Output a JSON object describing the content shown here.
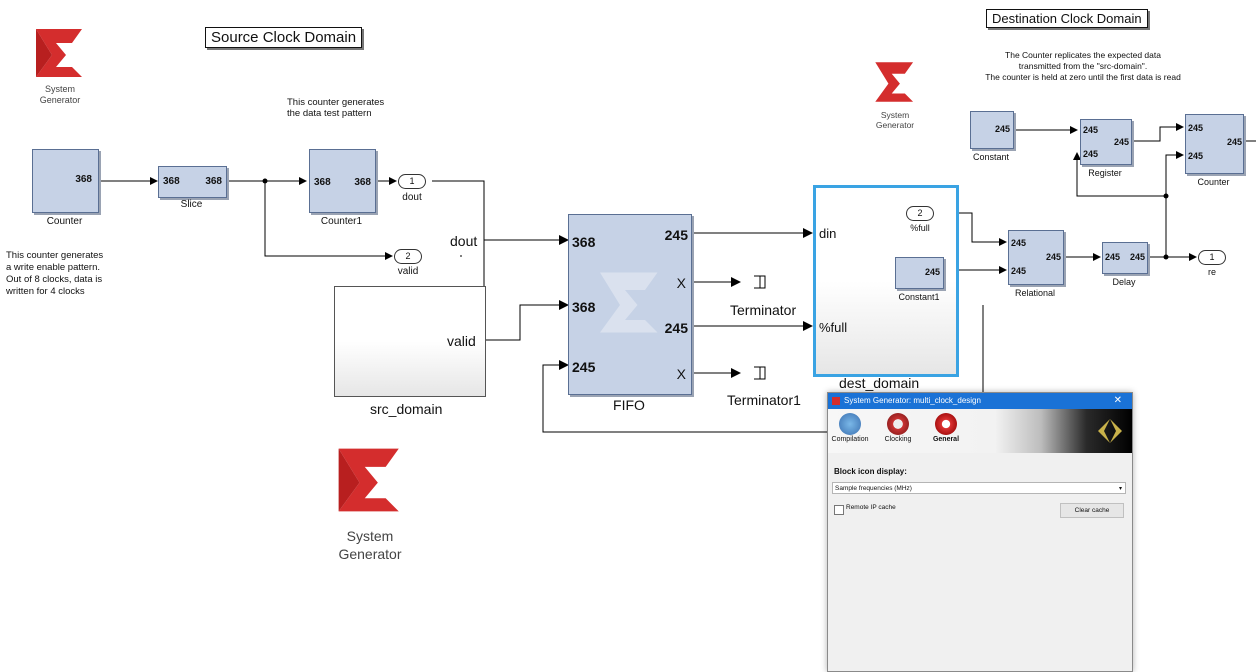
{
  "source_domain": {
    "title": "Source Clock Domain",
    "counter_note": "This counter generates\nthe data test pattern",
    "wen_note": "This counter generates\na write enable pattern.\nOut of 8 clocks, data is\nwritten for 4 clocks",
    "blocks": {
      "counter": {
        "label": "Counter",
        "port": "368"
      },
      "slice": {
        "label": "Slice",
        "in": "368",
        "out": "368"
      },
      "counter1": {
        "label": "Counter1",
        "in": "368",
        "out": "368"
      },
      "dout_port": {
        "num": "1",
        "label": "dout"
      },
      "valid_port": {
        "num": "2",
        "label": "valid"
      }
    },
    "subsystem": {
      "label": "src_domain",
      "out1": "dout",
      "out2": "valid"
    }
  },
  "fifo": {
    "label": "FIFO",
    "in_ports": [
      "368",
      "368",
      "245"
    ],
    "out_ports": [
      "245",
      "X",
      "245",
      "X"
    ]
  },
  "terminators": [
    "Terminator",
    "Terminator1"
  ],
  "dest_subsystem": {
    "label": "dest_domain",
    "in1": "din",
    "in2": "%full"
  },
  "destination_domain": {
    "title": "Destination Clock Domain",
    "note": "The Counter replicates the expected data\ntransmitted from the \"src-domain\".\nThe counter is held at zero until the first data is read",
    "blocks": {
      "constant": {
        "label": "Constant",
        "port": "245"
      },
      "register": {
        "label": "Register",
        "in1": "245",
        "in2": "245",
        "out": "245"
      },
      "counter": {
        "label": "Counter",
        "in1": "245",
        "in2": "245",
        "out": "245"
      },
      "full_port": {
        "num": "2",
        "label": "%full"
      },
      "constant1": {
        "label": "Constant1",
        "port": "245"
      },
      "relational": {
        "label": "Relational",
        "in1": "245",
        "in2": "245",
        "out": "245"
      },
      "delay": {
        "label": "Delay",
        "in": "245",
        "out": "245"
      },
      "re_port": {
        "num": "1",
        "label": "re"
      }
    }
  },
  "logo_text": "System\nGenerator",
  "dialog": {
    "title": "System Generator: multi_clock_design",
    "tabs": [
      "Compilation",
      "Clocking",
      "General"
    ],
    "section_label": "Block icon display:",
    "dropdown_value": "Sample frequencies (MHz)",
    "checkbox_label": "Remote IP cache",
    "clear_button": "Clear cache"
  },
  "colors": {
    "block_fill": "#c6d2e6",
    "logo_red": "#d42d2d",
    "dialog_title": "#1a72d6",
    "selection_blue": "#3aa3e3"
  }
}
